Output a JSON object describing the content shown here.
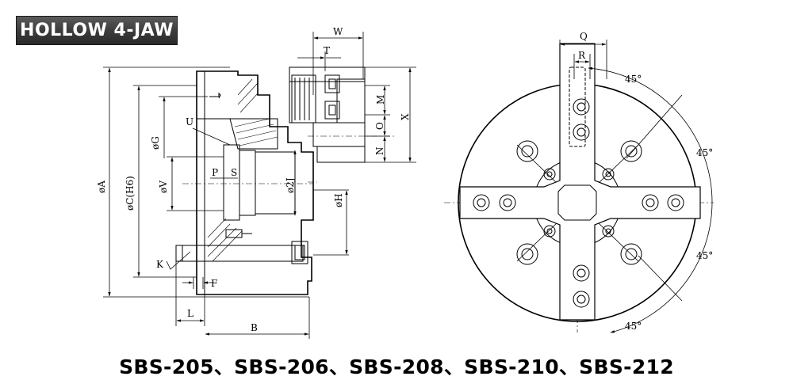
{
  "banner": "HOLLOW 4-JAW",
  "models": "SBS-205、SBS-206、SBS-208、SBS-210、SBS-212",
  "side_view_labels": {
    "W": "W",
    "T": "T",
    "M": "M",
    "O": "O",
    "N": "N",
    "X": "X",
    "U": "U",
    "G": "øG",
    "P": "P",
    "S": "S",
    "V": "øV",
    "J": "ø2J",
    "H": "øH",
    "A": "øA",
    "C": "øC(H6)",
    "K": "K",
    "F": "F",
    "L": "L",
    "B": "B"
  },
  "front_view_labels": {
    "Q": "Q",
    "R": "R",
    "angles": [
      "45°",
      "45°",
      "45°",
      "45°"
    ]
  }
}
